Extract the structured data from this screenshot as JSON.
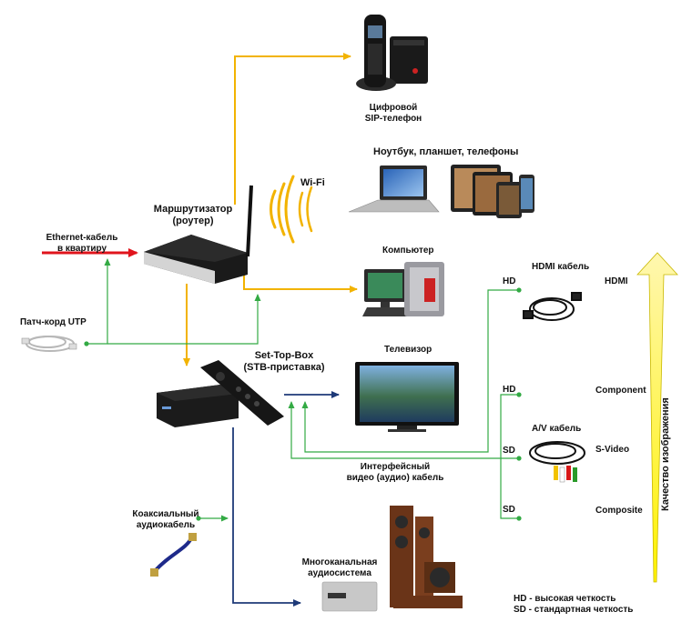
{
  "devices": {
    "phone": {
      "line1": "Цифровой",
      "line2": "SIP-телефон"
    },
    "laptop": {
      "label": "Ноутбук, планшет, телефоны"
    },
    "wifi": {
      "label": "Wi-Fi"
    },
    "router": {
      "line1": "Маршрутизатор",
      "line2": "(роутер)"
    },
    "computer": {
      "label": "Компьютер"
    },
    "ethernet": {
      "line1": "Ethernet-кабель",
      "line2": "в квартиру"
    },
    "patch": {
      "label": "Патч-корд UTP"
    },
    "stb": {
      "line1": "Set-Top-Box",
      "line2": "(STB-приставка)"
    },
    "tv": {
      "label": "Телевизор"
    },
    "interface": {
      "line1": "Интерфейсный",
      "line2": "видео (аудио) кабель"
    },
    "coax": {
      "line1": "Коаксиальный",
      "line2": "аудиокабель"
    },
    "audio": {
      "line1": "Многоканальная",
      "line2": "аудиосистема"
    }
  },
  "cables": {
    "hdmi_cable": "HDMI кабель",
    "av_cable": "A/V кабель",
    "hd1": "HD",
    "hd2": "HD",
    "sd1": "SD",
    "sd2": "SD",
    "hdmi": "HDMI",
    "component": "Component",
    "svideo": "S-Video",
    "composite": "Composite"
  },
  "quality": {
    "label": "Качество изображения"
  },
  "legend": {
    "hd": "HD - высокая четкость",
    "sd": "SD - стандартная четкость"
  },
  "colors": {
    "ethernet_line": "#e0141c",
    "lan_line": "#f2b300",
    "utp_line": "#33aa44",
    "video_line": "#1e3a78",
    "quality_arrow": "#ffee44"
  }
}
